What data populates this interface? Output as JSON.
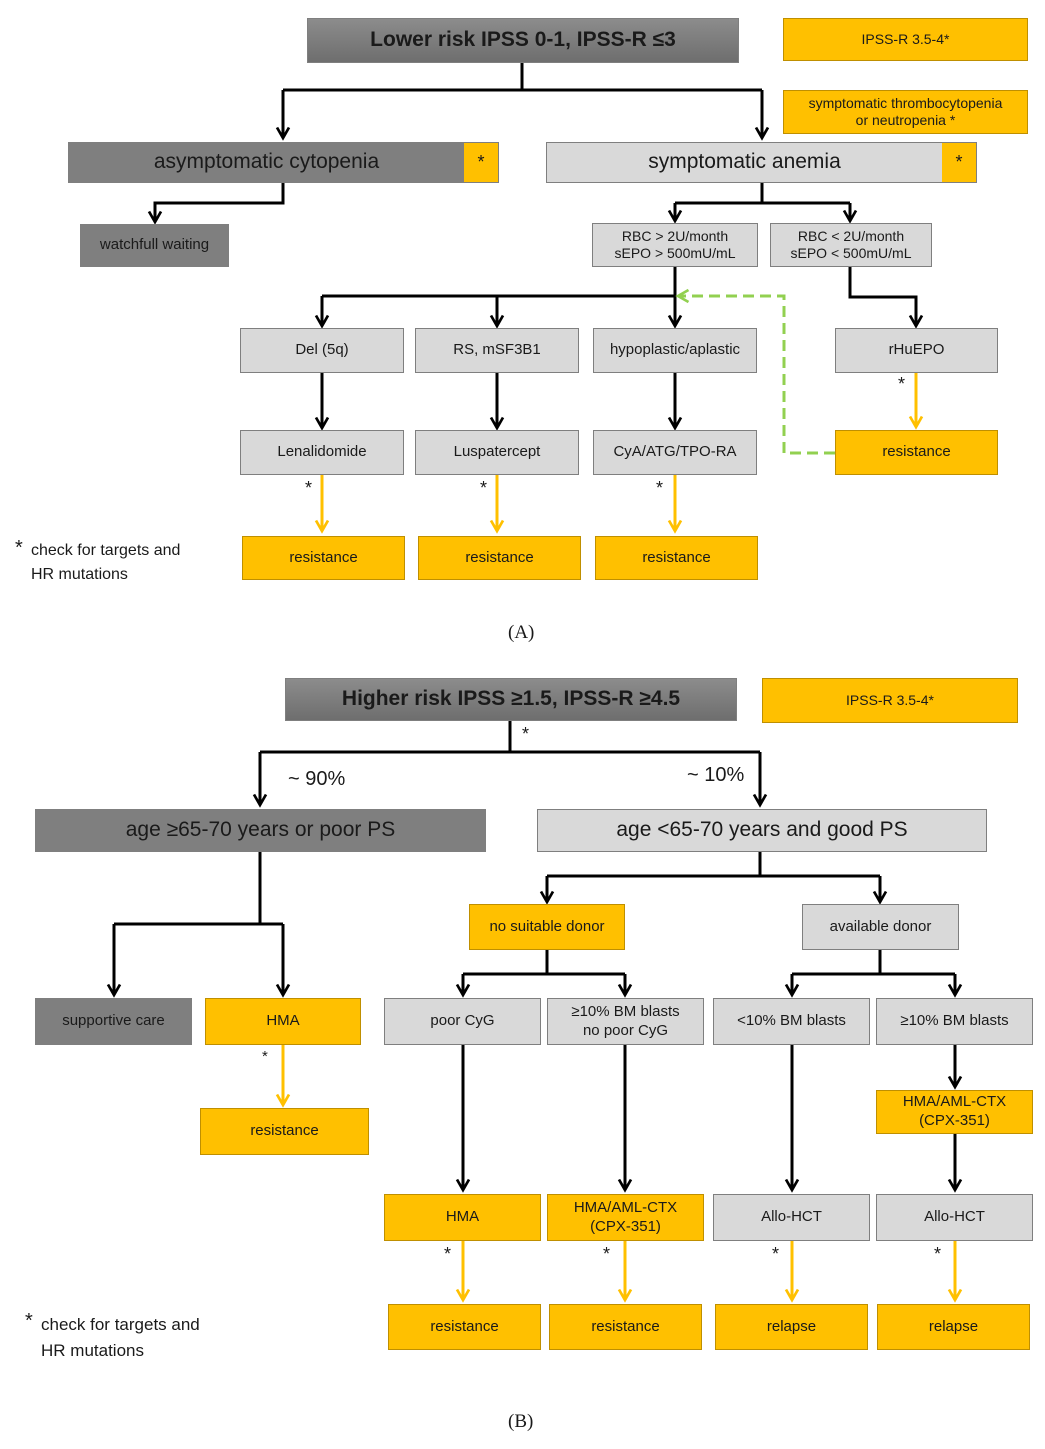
{
  "panel_a": {
    "label": "(A)",
    "title": "Lower risk IPSS 0-1, IPSS-R ≤3",
    "legend_ipss": "IPSS-R 3.5-4*",
    "legend_symptomatic": "symptomatic thrombocytopenia\nor neutropenia *",
    "asymptomatic": "asymptomatic cytopenia",
    "symptomatic_anemia": "symptomatic anemia",
    "watchful_waiting": "watchfull waiting",
    "rbc_high": "RBC > 2U/month\nsEPO > 500mU/mL",
    "rbc_low": "RBC < 2U/month\nsEPO < 500mU/mL",
    "del5q": "Del (5q)",
    "rs_sf3b1": "RS, mSF3B1",
    "hypoplastic": "hypoplastic/aplastic",
    "rhuepo": "rHuEPO",
    "lenalidomide": "Lenalidomide",
    "luspatercept": "Luspatercept",
    "cya": "CyA/ATG/TPO-RA",
    "resistance": "resistance",
    "star": "*",
    "footnote_star": "*",
    "footnote": "check for targets and\nHR mutations"
  },
  "panel_b": {
    "label": "(B)",
    "title": "Higher risk IPSS ≥1.5, IPSS-R ≥4.5",
    "legend_ipss": "IPSS-R 3.5-4*",
    "pct_90": "~ 90%",
    "pct_10": "~ 10%",
    "age_old": "age ≥65-70 years or poor PS",
    "age_young": "age <65-70 years and good PS",
    "no_donor": "no suitable donor",
    "available_donor": "available donor",
    "supportive_care": "supportive care",
    "hma": "HMA",
    "resistance": "resistance",
    "poor_cyg": "poor CyG",
    "blasts_high_no_poor": "≥10% BM blasts\nno poor CyG",
    "blasts_low": "<10% BM blasts",
    "blasts_high": "≥10% BM blasts",
    "hma_aml": "HMA/AML-CTX\n(CPX-351)",
    "allo_hct": "Allo-HCT",
    "relapse": "relapse",
    "star": "*",
    "footnote_star": "*",
    "footnote": "check for targets and\nHR mutations"
  },
  "colors": {
    "dark_box": "#7f7f7f",
    "light_box": "#d9d9d9",
    "amber_box": "#ffc000",
    "black_arrow": "#000000",
    "yellow_arrow": "#ffc000",
    "green_dashed_arrow": "#92d050"
  }
}
